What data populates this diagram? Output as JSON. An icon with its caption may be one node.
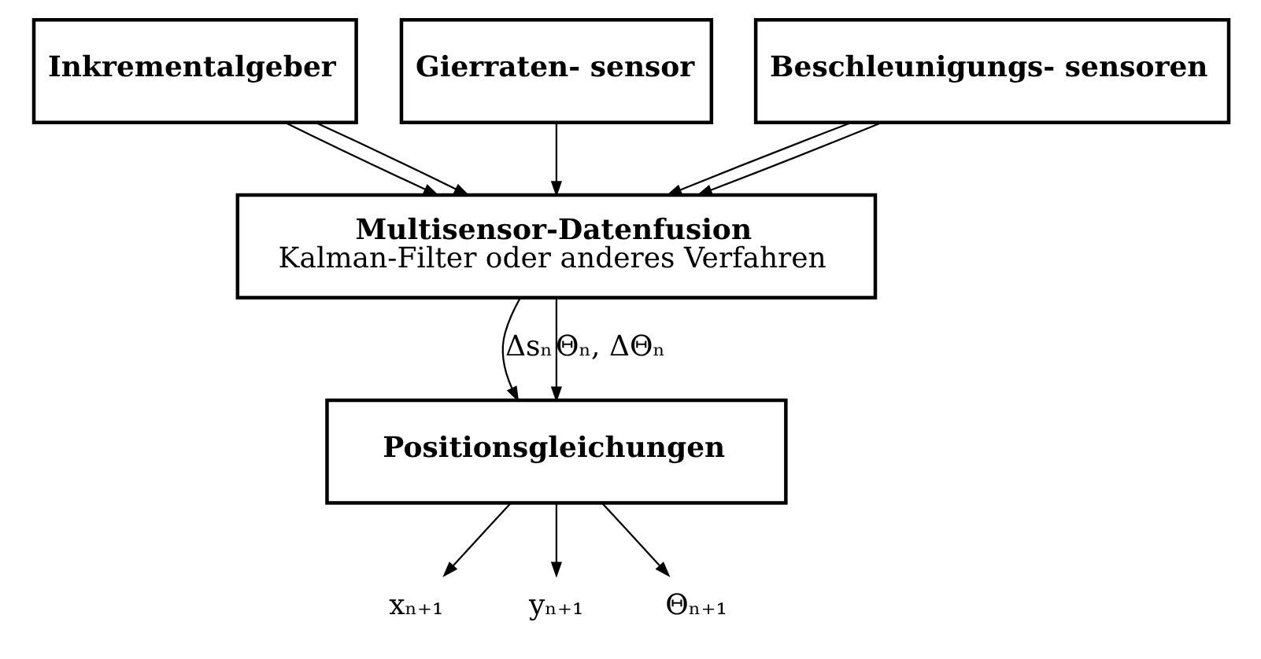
{
  "diagram": {
    "nodes": [
      {
        "text": [
          "Inkrementalgeber"
        ]
      },
      {
        "text": [
          "Gierraten- sensor"
        ]
      },
      {
        "text": [
          "Beschleunigungs- sensoren"
        ]
      },
      {
        "text": [
          "Multisensor-Datenfusion",
          "Kalman-Filter oder anderes Verfahren"
        ]
      },
      {
        "text": [
          "Positionsgleichungen"
        ]
      },
      {
        "text": [
          "xₙ₊₁"
        ]
      },
      {
        "text": [
          "yₙ₊₁"
        ]
      },
      {
        "text": [
          "Θₙ₊₁"
        ]
      }
    ],
    "edges": [
      {
        "from": 0,
        "to": 3,
        "arrow": "to"
      },
      {
        "from": 0,
        "to": 3,
        "arrow": "to"
      },
      {
        "from": 1,
        "to": 3,
        "arrow": "to"
      },
      {
        "from": 2,
        "to": 3,
        "arrow": "to"
      },
      {
        "from": 2,
        "to": 3,
        "arrow": "to"
      },
      {
        "from": 3,
        "to": 4,
        "arrow": "to",
        "label": "Δsₙ"
      },
      {
        "from": 3,
        "to": 4,
        "arrow": "to",
        "label": "Θₙ, ΔΘₙ"
      },
      {
        "from": 4,
        "to": 5,
        "arrow": "to"
      },
      {
        "from": 4,
        "to": 6,
        "arrow": "to"
      },
      {
        "from": 4,
        "to": 7,
        "arrow": "to"
      }
    ]
  }
}
